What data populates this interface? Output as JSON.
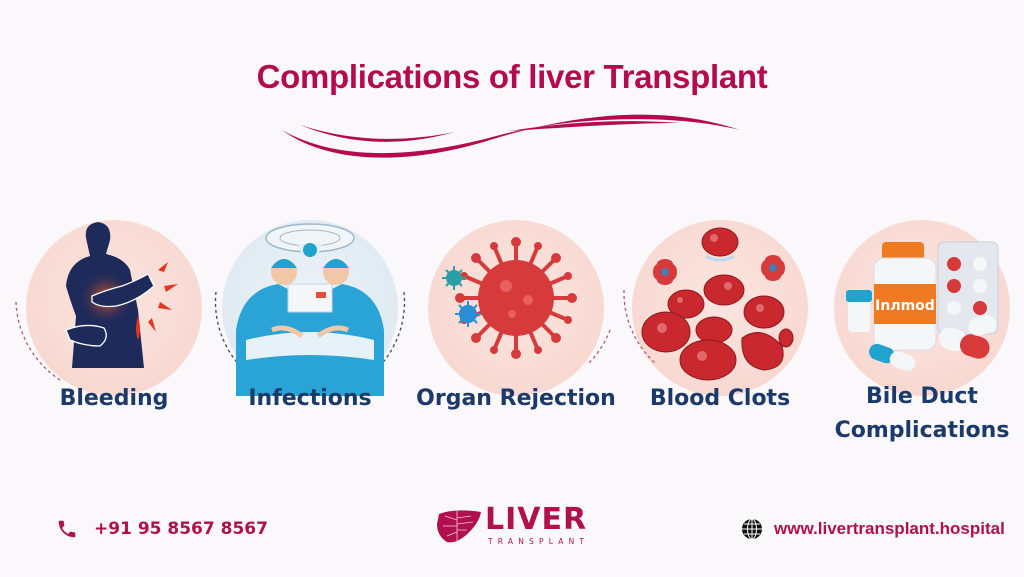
{
  "header": {
    "title": "Complications of liver Transplant",
    "accent_color": "#b30b4d"
  },
  "complications": [
    {
      "label": "Bleeding",
      "icon": "bleeding-abdomen-icon"
    },
    {
      "label": "Infections",
      "icon": "surgeons-operation-icon"
    },
    {
      "label": "Organ Rejection",
      "icon": "virus-icon"
    },
    {
      "label": "Blood Clots",
      "icon": "blood-cells-icon"
    },
    {
      "label": "Bile Duct\nComplications",
      "label_line1": "Bile Duct",
      "label_line2": "Complications",
      "icon": "medicine-bottle-icon",
      "bottle_label": "Inлmod"
    }
  ],
  "footer": {
    "phone_icon": "phone-icon",
    "phone": "+91 95 8567 8567",
    "logo_word": "LIVER",
    "logo_sub": "TRANSPLANT",
    "web_icon": "globe-icon",
    "website": "www.livertransplant.hospital"
  },
  "colors": {
    "label_text": "#1b3a6b",
    "circle_fill": "#f8d9d2",
    "brand": "#b0104d"
  }
}
